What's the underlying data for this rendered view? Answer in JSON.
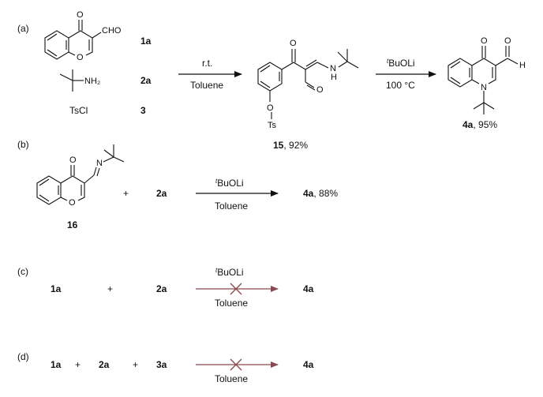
{
  "colors": {
    "ink": "#111111",
    "blocked_arrow": "#8a4a4f"
  },
  "panels": {
    "a": {
      "tag": "(a)",
      "cmpd_1a": "1a",
      "nh2": "NH₂",
      "cmpd_2a": "2a",
      "tscl": "TsCl",
      "cmpd_3": "3",
      "arrow_top": "r.t.",
      "arrow_bottom": "Toluene",
      "cmpd_15": "15",
      "yield_15": ",  92%",
      "arrow2_top_sup": "t",
      "arrow2_top": "BuOLi",
      "arrow2_bottom": "100 °C",
      "cmpd_4a": "4a",
      "yield_4a": ",  95%",
      "atoms": {
        "cho": "CHO",
        "o": "O",
        "n": "N",
        "h": "H",
        "ts": "Ts"
      }
    },
    "b": {
      "tag": "(b)",
      "cmpd_16": "16",
      "plus": "+",
      "cmpd_2a": "2a",
      "arrow_top_sup": "t",
      "arrow_top": "BuOLi",
      "arrow_bottom": "Toluene",
      "cmpd_4a": "4a",
      "yield_4a": ",  88%"
    },
    "c": {
      "tag": "(c)",
      "cmpd_1a": "1a",
      "plus": "+",
      "cmpd_2a": "2a",
      "arrow_top_sup": "t",
      "arrow_top": "BuOLi",
      "arrow_bottom": "Toluene",
      "cmpd_4a": "4a"
    },
    "d": {
      "tag": "(d)",
      "cmpd_1a": "1a",
      "plus1": "+",
      "cmpd_2a": "2a",
      "plus2": "+",
      "cmpd_3a": "3a",
      "arrow_bottom": "Toluene",
      "cmpd_4a": "4a"
    }
  }
}
